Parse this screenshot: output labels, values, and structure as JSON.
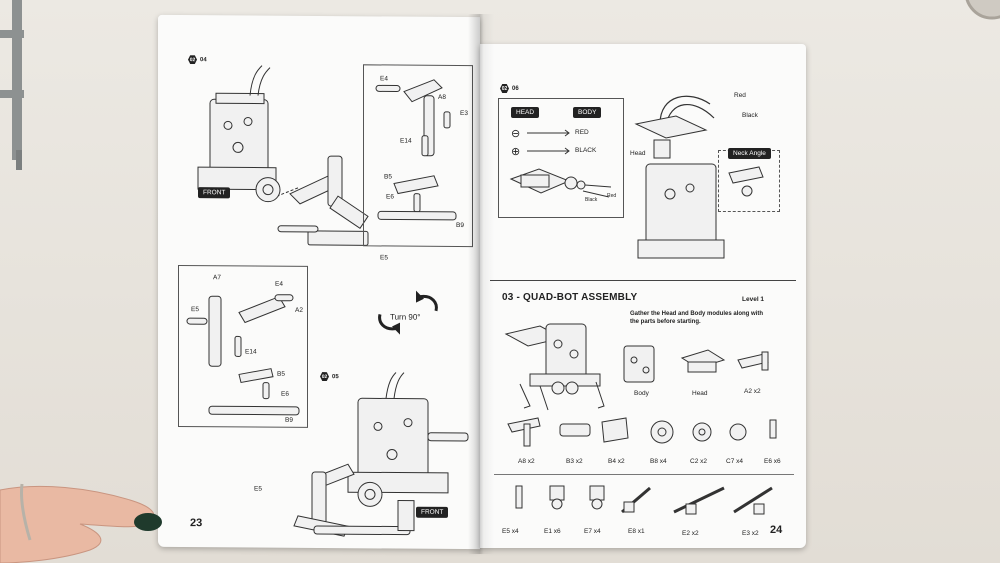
{
  "left_page": {
    "step_d4": {
      "prefix": "02",
      "step": "04"
    },
    "step_d5": {
      "prefix": "02",
      "step": "05"
    },
    "front_label_top": "FRONT",
    "front_label_bottom": "FRONT",
    "inset_top_labels": [
      "E4",
      "A8",
      "E3",
      "E14",
      "B5",
      "E6",
      "B9"
    ],
    "e5_label_top": "E5",
    "inset_bottom_labels": [
      "A7",
      "E4",
      "E5",
      "A2",
      "E14",
      "B5",
      "E6",
      "B9"
    ],
    "turn_label": "Turn 90°",
    "e5_label_bottom": "E5",
    "page_number": "23"
  },
  "right_page": {
    "step_d6": {
      "prefix": "02",
      "step": "06"
    },
    "legend": {
      "head": "HEAD",
      "body": "BODY",
      "minus": "⊖",
      "plus": "⊕",
      "red": "RED",
      "black": "BLACK"
    },
    "wire_labels": {
      "red": "Red",
      "black": "Black",
      "black_small": "Black",
      "red_small": "Red"
    },
    "head_label": "Head",
    "neck_angle": "Neck Angle",
    "section_title": "03 - QUAD-BOT ASSEMBLY",
    "level": "Level 1",
    "instruction": "Gather the Head and Body modules along with the parts before starting.",
    "modules": [
      {
        "label": "Body"
      },
      {
        "label": "Head"
      },
      {
        "label": "A2 x2"
      }
    ],
    "parts_row1": [
      "A8 x2",
      "B3 x2",
      "B4 x2",
      "B8 x4",
      "C2 x2",
      "C7 x4",
      "E6 x6"
    ],
    "parts_row2": [
      "E5 x4",
      "E1 x6",
      "E7 x4",
      "E8 x1",
      "E2 x2",
      "E3 x2"
    ],
    "page_number": "24"
  },
  "colors": {
    "ink": "#222222",
    "paper": "#fbfbfa",
    "table": "#e7e3dc",
    "nail": "#1f3a2c",
    "skin": "#e9b9a3"
  }
}
